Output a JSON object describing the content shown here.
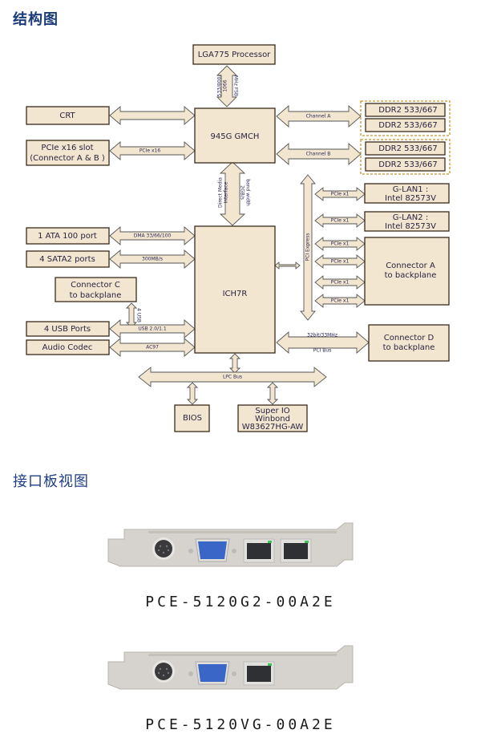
{
  "sections": {
    "block_diagram_title": "结构图",
    "io_panel_title": "接口板视图"
  },
  "diagram": {
    "blocks": {
      "cpu": "LGA775 Processor",
      "gmch": "945G GMCH",
      "ich": "ICH7R",
      "crt": "CRT",
      "pcie_slot_l1": "PCIe x16 slot",
      "pcie_slot_l2": "(Connector A & B )",
      "ddr_a1": "DDR2 533/667",
      "ddr_a2": "DDR2 533/667",
      "ddr_b1": "DDR2 533/667",
      "ddr_b2": "DDR2 533/667",
      "glan1_l1": "G-LAN1 :",
      "glan1_l2": "Intel 82573V",
      "glan2_l1": "G-LAN2 :",
      "glan2_l2": "Intel 82573V",
      "conn_a_l1": "Connector A",
      "conn_a_l2": "to backplane",
      "ata": "1 ATA 100 port",
      "sata": "4 SATA2 ports",
      "conn_c_l1": "Connector C",
      "conn_c_l2": "to backplane",
      "usb": "4 USB Ports",
      "audio": "Audio Codec",
      "conn_d_l1": "Connector D",
      "conn_d_l2": "to backplane",
      "bios": "BIOS",
      "sio_l1": "Super IO",
      "sio_l2": "Winbond",
      "sio_l3": "W83627HG-AW"
    },
    "links": {
      "fsb_l1": "533/800/",
      "fsb_l2": "1066",
      "fsb_l3": "MHz FSB",
      "channel_a": "Channel A",
      "channel_b": "Channel B",
      "pcie_x16": "PCIe x16",
      "dmi_l1": "Direct Media",
      "dmi_l2": "Interface",
      "dmi_l3": "2GB/s",
      "dmi_l4": "band width",
      "pci_express": "PCI Express",
      "pcie_x1": "PCIe x1",
      "dma": "DMA 33/66/100",
      "sata_speed": "300MB/s",
      "usb_4": "4 USB",
      "usb_ver": "USB 2.0/1.1",
      "ac97": "AC97",
      "pci_speed": "32bit/33MHz",
      "pci_bus": "PCI Bus",
      "lpc_bus": "LPC Bus"
    },
    "colors": {
      "box_fill": "#f2e6d0",
      "box_stroke": "#3a2a1a",
      "dimm_group_border": "#c8962e",
      "title": "#1a3a7a"
    }
  },
  "io_panels": [
    {
      "model": "PCE-5120G2-00A2E",
      "ports": [
        "ps2-port",
        "vga-port",
        "rj45-port",
        "rj45-port"
      ]
    },
    {
      "model": "PCE-5120VG-00A2E",
      "ports": [
        "ps2-port",
        "vga-port",
        "rj45-port"
      ]
    }
  ]
}
